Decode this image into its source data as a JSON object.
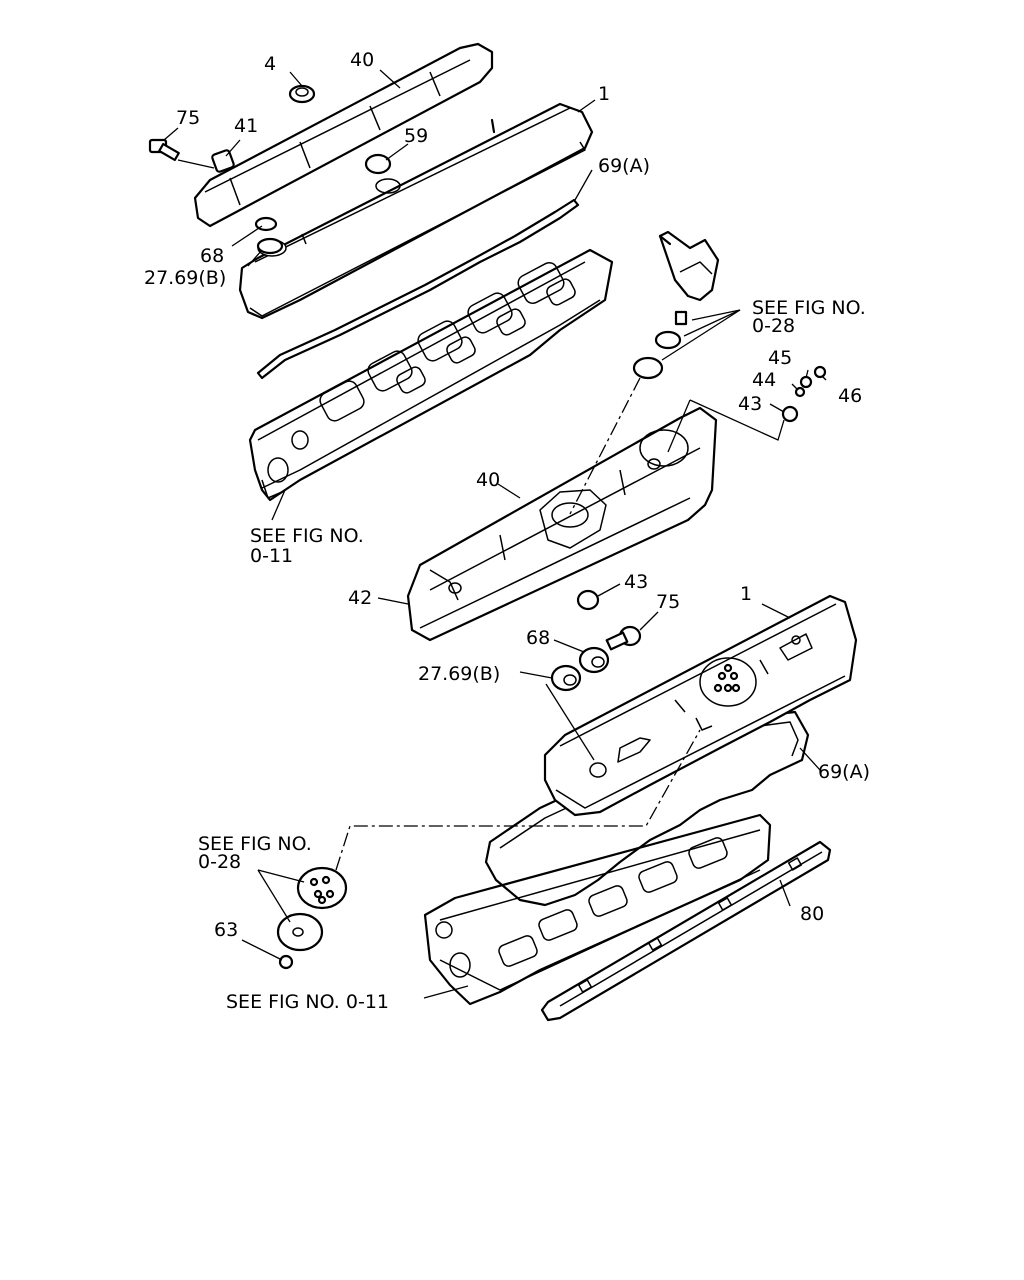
{
  "diagram": {
    "callouts_upper": {
      "c4": "4",
      "c40": "40",
      "c1": "1",
      "c75": "75",
      "c41": "41",
      "c59": "59",
      "c69a": "69(A)",
      "c68": "68",
      "c2769b": "27.69(B)",
      "see_fig_028_line1": "SEE FIG NO.",
      "see_fig_028_line2": "0-28",
      "c45": "45",
      "c44": "44",
      "c46": "46",
      "c43": "43",
      "see_fig_011_line1": "SEE FIG NO.",
      "see_fig_011_line2": "0-11"
    },
    "callouts_lower": {
      "c40": "40",
      "c43": "43",
      "c42": "42",
      "c75": "75",
      "c1": "1",
      "c68": "68",
      "c2769b": "27.69(B)",
      "c69a": "69(A)",
      "see_fig_028_line1": "SEE FIG NO.",
      "see_fig_028_line2": "0-28",
      "c80": "80",
      "c63": "63",
      "see_fig_011": "SEE FIG NO. 0-11"
    }
  }
}
